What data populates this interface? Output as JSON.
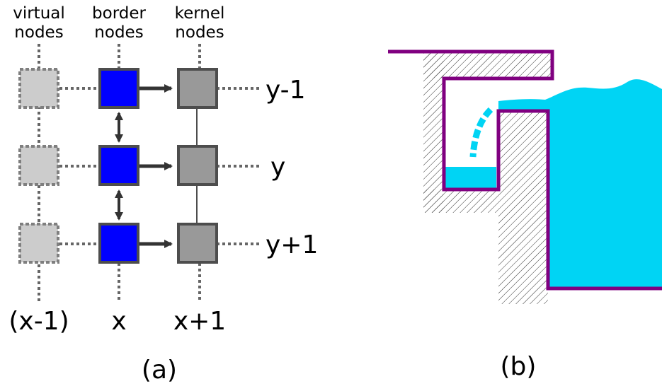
{
  "panel_a": {
    "columns": [
      {
        "line1": "virtual",
        "line2": "nodes",
        "x_label": "(x-1)"
      },
      {
        "line1": "border",
        "line2": "nodes",
        "x_label": "x"
      },
      {
        "line1": "kernel",
        "line2": "nodes",
        "x_label": "x+1"
      }
    ],
    "rows": [
      "y-1",
      "y",
      "y+1"
    ],
    "caption": "(a)",
    "colors": {
      "virtual_fill": "#cccccc",
      "virtual_stroke": "#7f7f7f",
      "border_fill": "#0000ff",
      "border_stroke": "#4d4d4d",
      "kernel_fill": "#999999",
      "kernel_stroke": "#4d4d4d",
      "dotted": "#666666",
      "arrow": "#333333"
    }
  },
  "panel_b": {
    "caption": "(b)",
    "colors": {
      "wall": "#800080",
      "water": "#00d4f4",
      "hatch": "#333333"
    }
  }
}
